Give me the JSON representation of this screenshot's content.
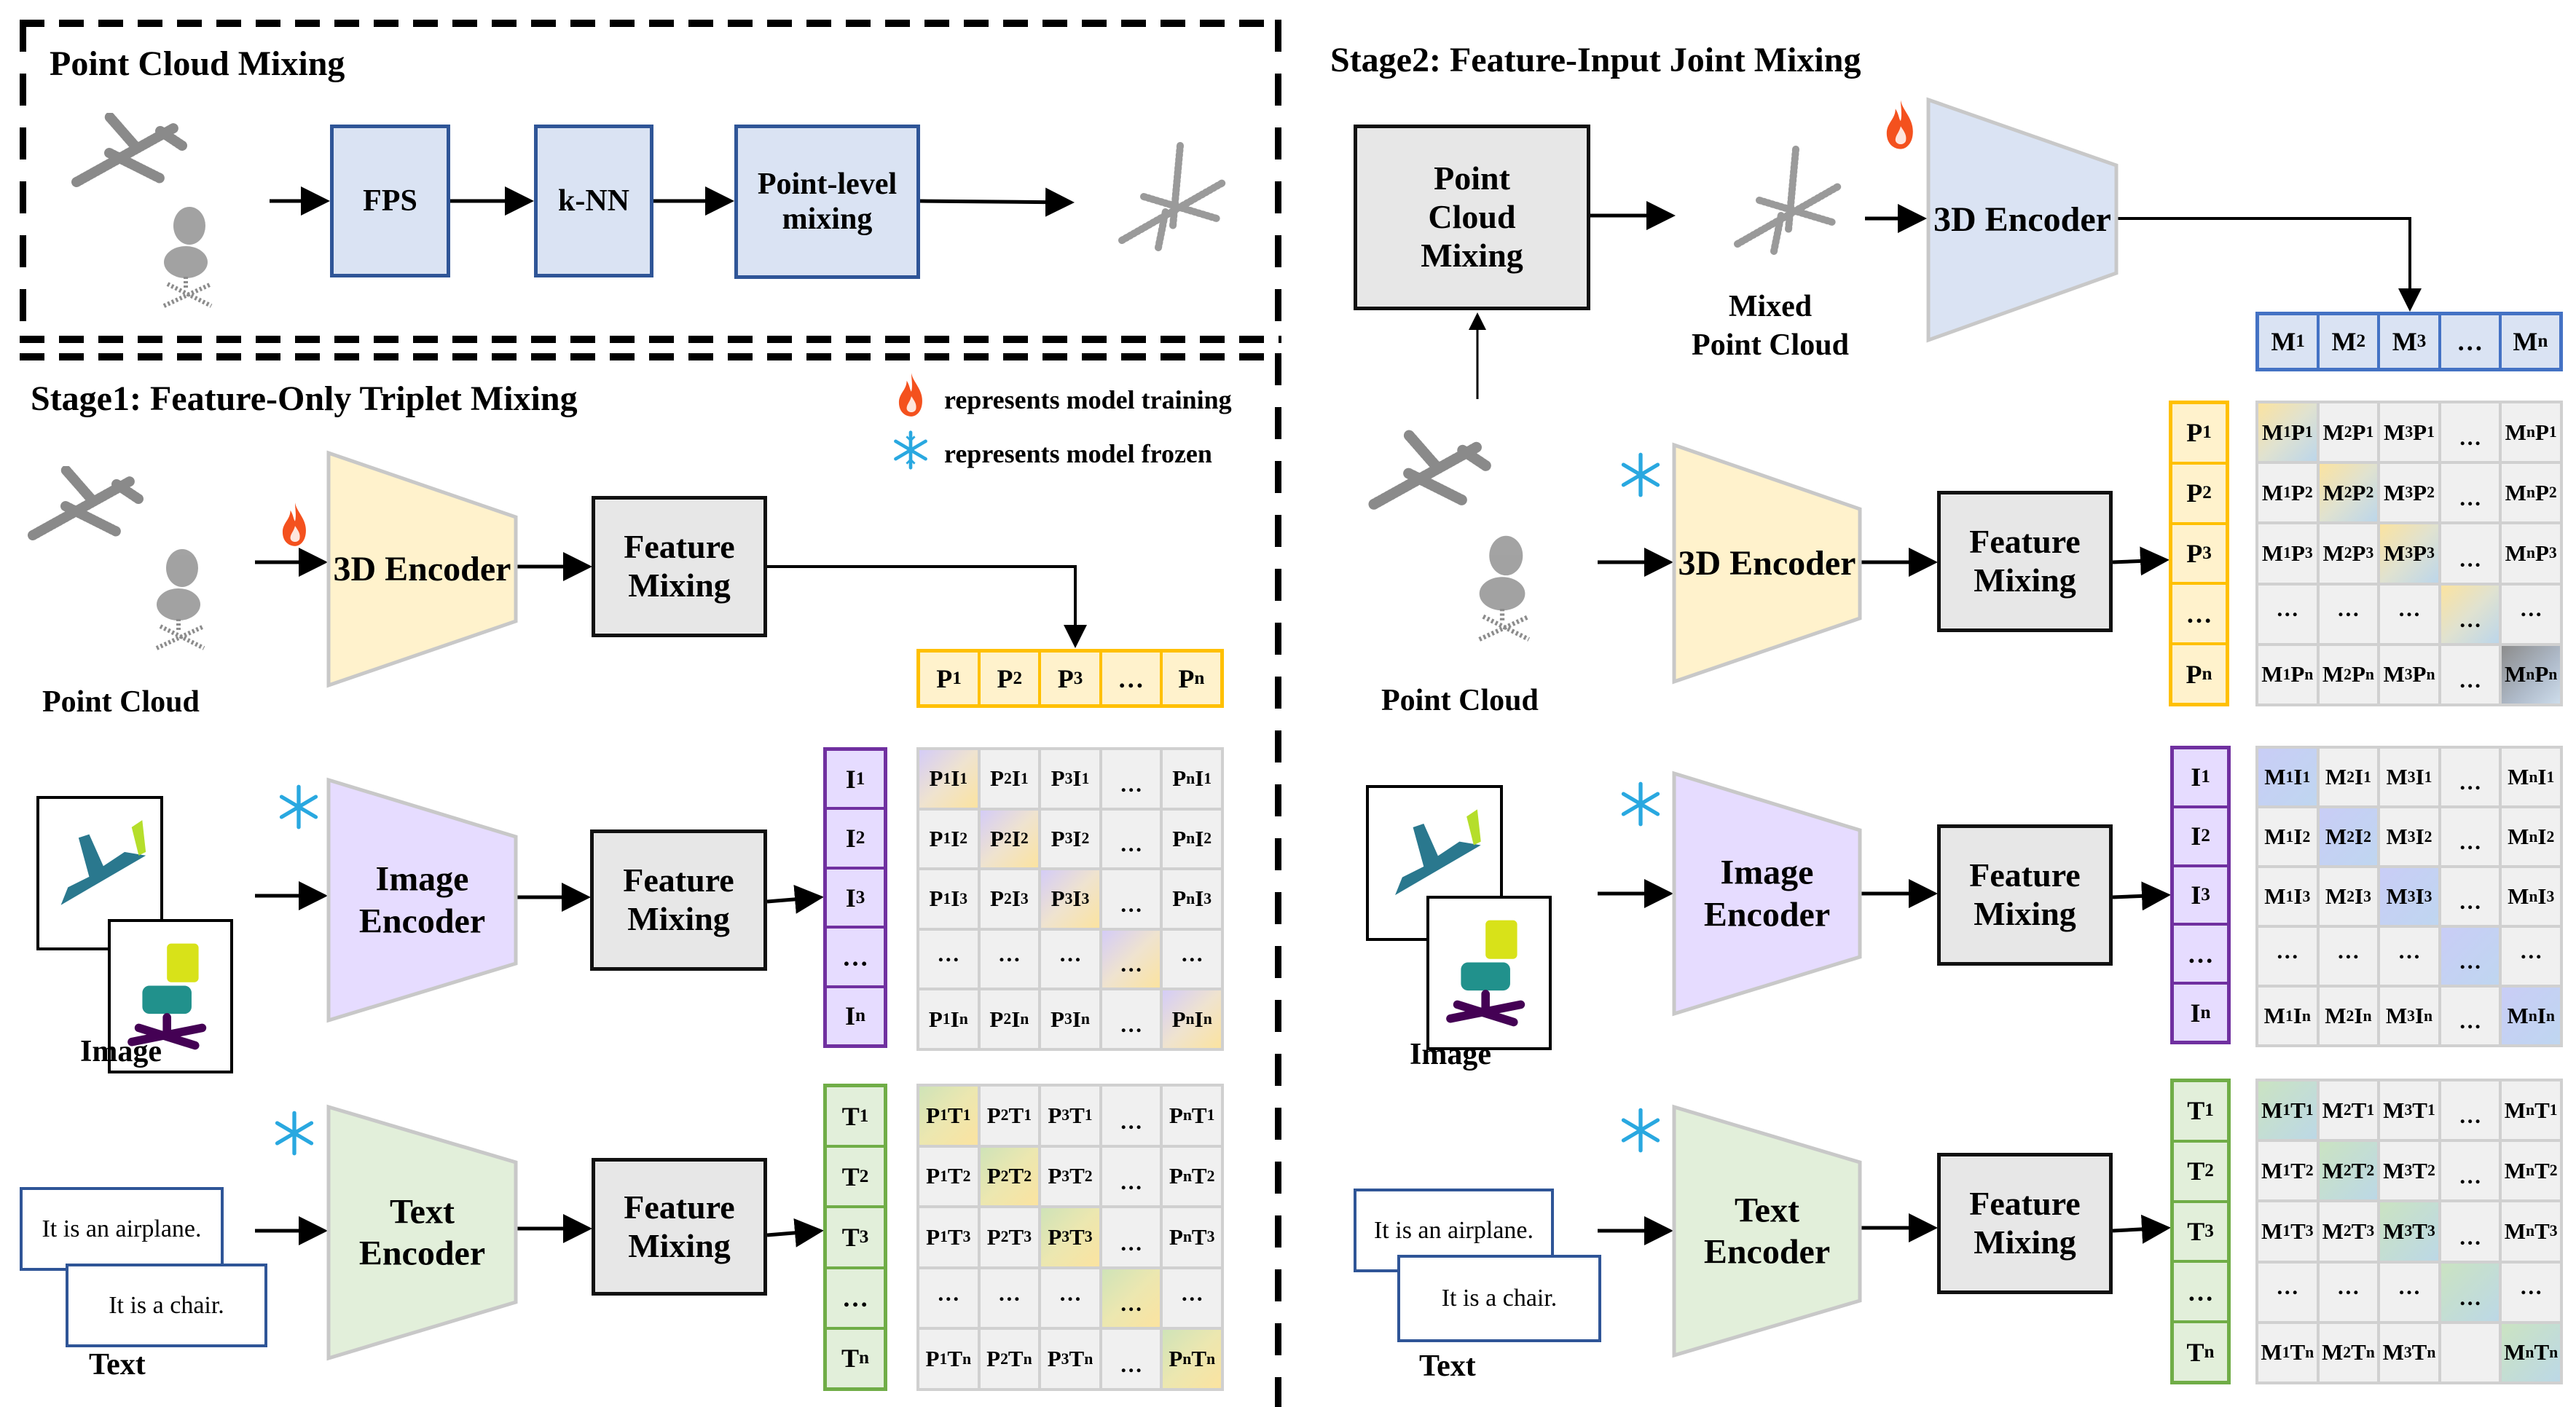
{
  "colors": {
    "pc_fill": "#fff2cc",
    "pc_border": "#ffc000",
    "img_fill": "#e6dcff",
    "img_border": "#7030a0",
    "txt_fill": "#e2efda",
    "txt_border": "#70ad47",
    "mix_fill": "#dae3f3",
    "mix_border": "#4472c4",
    "encoder_3d_s1": "#fff2cc",
    "encoder_img": "#e6dcff",
    "encoder_txt": "#e2efda",
    "encoder_3d_s2": "#dae3f3",
    "cell_bg": "#f0f0f0",
    "grid": "#d0d0d0"
  },
  "legend": {
    "training_icon": "fire-icon",
    "training_label": "represents model training",
    "frozen_icon": "snowflake-icon",
    "frozen_label": "represents model frozen"
  },
  "pcm": {
    "title": "Point Cloud Mixing",
    "steps": [
      "FPS",
      "k-NN",
      "Point-level mixing"
    ]
  },
  "stage1": {
    "title": "Stage1: Feature-Only Triplet Mixing",
    "rows": [
      {
        "input_label": "Point Cloud",
        "encoder": "3D Encoder",
        "state": "training",
        "mixing": "Feature Mixing"
      },
      {
        "input_label": "Image",
        "encoder": "Image Encoder",
        "state": "frozen",
        "mixing": "Feature Mixing"
      },
      {
        "input_label": "Text",
        "encoder": "Text Encoder",
        "state": "frozen",
        "mixing": "Feature Mixing"
      }
    ],
    "text_inputs": [
      "It is an airplane.",
      "It is a chair."
    ],
    "p_vector": [
      "P1",
      "P2",
      "P3",
      "...",
      "Pn"
    ],
    "i_vector": [
      "I1",
      "I2",
      "I3",
      "...",
      "In"
    ],
    "t_vector": [
      "T1",
      "T2",
      "T3",
      "...",
      "Tn"
    ],
    "pi_matrix": [
      [
        "P1I1",
        "P2I1",
        "P3I1",
        "...",
        "PnI1"
      ],
      [
        "P1I2",
        "P2I2",
        "P3I2",
        "...",
        "PnI2"
      ],
      [
        "P1I3",
        "P2I3",
        "P3I3",
        "...",
        "PnI3"
      ],
      [
        "...",
        "...",
        "...",
        "...",
        "..."
      ],
      [
        "P1In",
        "P2In",
        "P3In",
        "...",
        "PnIn"
      ]
    ],
    "pt_matrix": [
      [
        "P1T1",
        "P2T1",
        "P3T1",
        "...",
        "PnT1"
      ],
      [
        "P1T2",
        "P2T2",
        "P3T2",
        "...",
        "PnT2"
      ],
      [
        "P1T3",
        "P2T3",
        "P3T3",
        "...",
        "PnT3"
      ],
      [
        "...",
        "...",
        "...",
        "...",
        "..."
      ],
      [
        "P1Tn",
        "P2Tn",
        "P3Tn",
        "...",
        "PnTn"
      ]
    ]
  },
  "stage2": {
    "title": "Stage2: Feature-Input Joint Mixing",
    "pcm_box": "Point Cloud Mixing",
    "mixed_label": "Mixed Point Cloud",
    "top_encoder": "3D Encoder",
    "top_state": "training",
    "rows": [
      {
        "input_label": "Point Cloud",
        "encoder": "3D Encoder",
        "state": "frozen",
        "mixing": "Feature Mixing"
      },
      {
        "input_label": "Image",
        "encoder": "Image Encoder",
        "state": "frozen",
        "mixing": "Feature Mixing"
      },
      {
        "input_label": "Text",
        "encoder": "Text Encoder",
        "state": "frozen",
        "mixing": "Feature Mixing"
      }
    ],
    "text_inputs": [
      "It is an airplane.",
      "It is a chair."
    ],
    "m_vector": [
      "M1",
      "M2",
      "M3",
      "...",
      "Mn"
    ],
    "p_vector": [
      "P1",
      "P2",
      "P3",
      "...",
      "Pn"
    ],
    "i_vector": [
      "I1",
      "I2",
      "I3",
      "...",
      "In"
    ],
    "t_vector": [
      "T1",
      "T2",
      "T3",
      "...",
      "Tn"
    ],
    "mp_matrix": [
      [
        "M1P1",
        "M2P1",
        "M3P1",
        "...",
        "MnP1"
      ],
      [
        "M1P2",
        "M2P2",
        "M3P2",
        "...",
        "MnP2"
      ],
      [
        "M1P3",
        "M2P3",
        "M3P3",
        "...",
        "MnP3"
      ],
      [
        "...",
        "...",
        "...",
        "...",
        "..."
      ],
      [
        "M1Pn",
        "M2Pn",
        "M3Pn",
        "...",
        "MnPn"
      ]
    ],
    "mi_matrix": [
      [
        "M1I1",
        "M2I1",
        "M3I1",
        "...",
        "MnI1"
      ],
      [
        "M1I2",
        "M2I2",
        "M3I2",
        "...",
        "MnI2"
      ],
      [
        "M1I3",
        "M2I3",
        "M3I3",
        "...",
        "MnI3"
      ],
      [
        "...",
        "...",
        "...",
        "...",
        "..."
      ],
      [
        "M1In",
        "M2In",
        "M3In",
        "...",
        "MnIn"
      ]
    ],
    "mt_matrix": [
      [
        "M1T1",
        "M2T1",
        "M3T1",
        "...",
        "MnT1"
      ],
      [
        "M1T2",
        "M2T2",
        "M3T2",
        "...",
        "MnT2"
      ],
      [
        "M1T3",
        "M2T3",
        "M3T3",
        "...",
        "MnT3"
      ],
      [
        "...",
        "...",
        "...",
        "...",
        "..."
      ],
      [
        "M1Tn",
        "M2Tn",
        "M3Tn",
        "",
        "MnTn"
      ]
    ]
  }
}
